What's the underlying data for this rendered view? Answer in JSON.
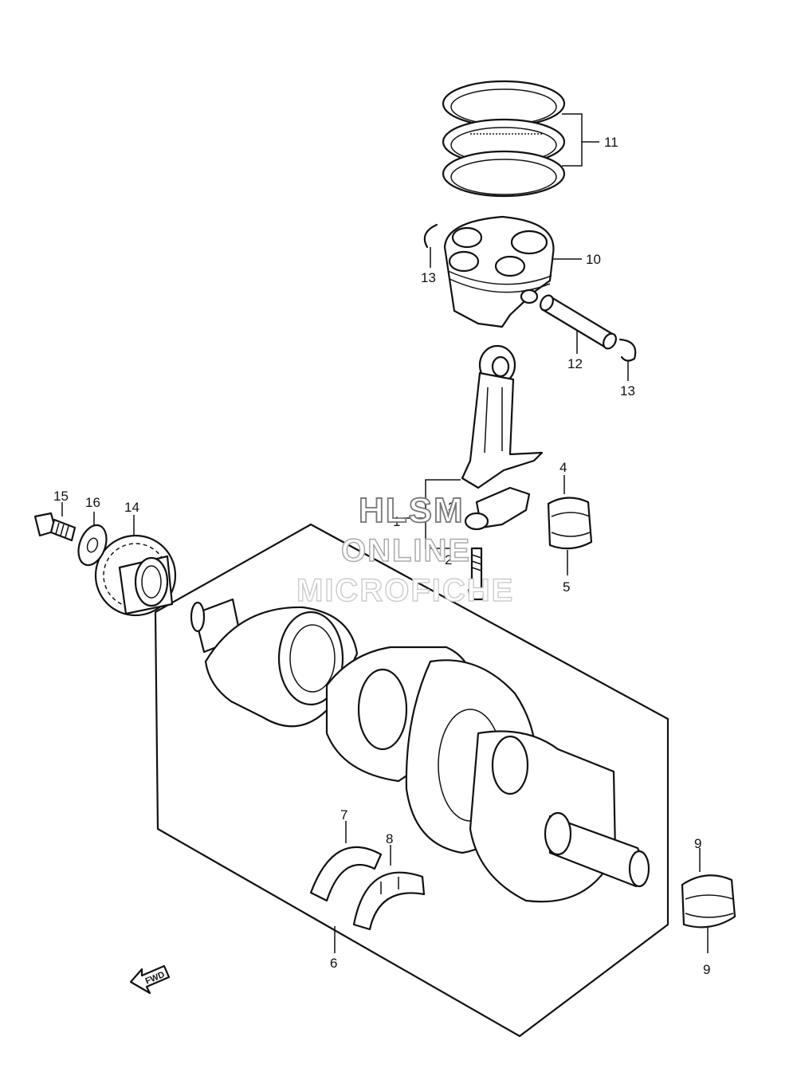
{
  "callouts": {
    "c1": "1",
    "c2": "2",
    "c3": "3",
    "c4": "4",
    "c5": "5",
    "c6": "6",
    "c7": "7",
    "c8": "8",
    "c9a": "9",
    "c9b": "9",
    "c10": "10",
    "c11": "11",
    "c12": "12",
    "c13a": "13",
    "c13b": "13",
    "c14": "14",
    "c15": "15",
    "c16": "16"
  },
  "watermark": {
    "line1": "HLSM",
    "line2": "ONLINE",
    "line3": "MICROFICHE"
  },
  "fwd_label": "FWD"
}
